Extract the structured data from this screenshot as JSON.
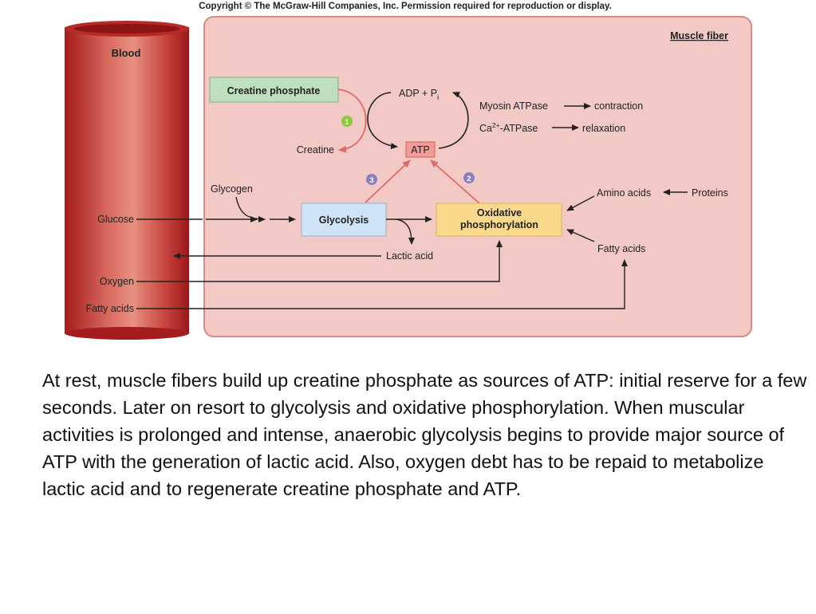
{
  "copyright": "Copyright © The McGraw-Hill Companies, Inc. Permission required for reproduction or display.",
  "blood": {
    "label": "Blood",
    "glucose": "Glucose",
    "oxygen": "Oxygen",
    "fatty_acids": "Fatty acids"
  },
  "fiber": {
    "label": "Muscle fiber",
    "creatine_phosphate": "Creatine phosphate",
    "creatine": "Creatine",
    "adp_pi": "ADP + P",
    "adp_pi_sub": "i",
    "atp": "ATP",
    "myosin_atpase": "Myosin ATPase",
    "contraction": "contraction",
    "ca_atpase_base": "Ca",
    "ca_atpase_sup": "2+",
    "ca_atpase_rest": "-ATPase",
    "relaxation": "relaxation",
    "glycogen": "Glycogen",
    "glycolysis": "Glycolysis",
    "oxidative_line1": "Oxidative",
    "oxidative_line2": "phosphorylation",
    "amino_acids": "Amino acids",
    "proteins": "Proteins",
    "fatty_acids": "Fatty acids",
    "lactic_acid": "Lactic acid",
    "step1": "1",
    "step2": "2",
    "step3": "3"
  },
  "colors": {
    "fiber_fill": "#f3c9c6",
    "fiber_border": "#d98a86",
    "creatine_box": "#bfe0bf",
    "glycolysis_box": "#cfe4f4",
    "oxidative_box": "#fbd98c",
    "atp_box": "#f19c96",
    "step1": "#8dc63f",
    "step_purple": "#8b7fc0",
    "red_arrow": "#e06a64"
  },
  "caption": "At rest, muscle fibers build up creatine phosphate as sources of ATP: initial reserve for  a few seconds.   Later on resort to glycolysis and oxidative phosphorylation.   When muscular activities is prolonged and intense, anaerobic glycolysis begins to provide major source of ATP with the generation of lactic acid.  Also, oxygen debt has to be repaid to metabolize lactic acid and to regenerate creatine phosphate and ATP."
}
